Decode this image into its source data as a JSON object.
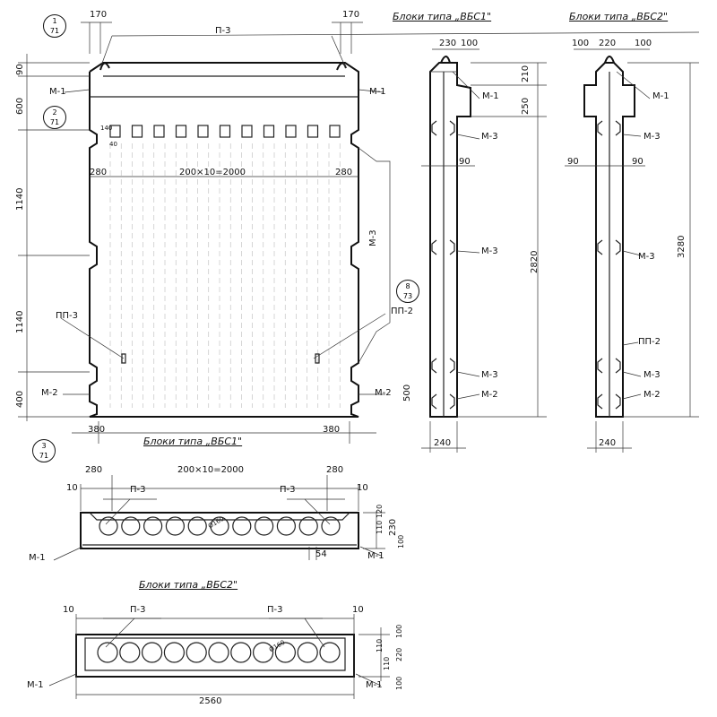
{
  "titles": {
    "elevation": "Блоки типа „ВБС1\"",
    "side1": "Блоки типа „ВБС1\"",
    "side2": "Блоки типа „ВБС2\"",
    "plan1": "Блоки типа „ВБС1\"",
    "plan2": "Блоки типа „ВБС2\""
  },
  "callouts": [
    {
      "top": "1",
      "bottom": "71"
    },
    {
      "top": "2",
      "bottom": "71"
    },
    {
      "top": "8",
      "bottom": "73"
    },
    {
      "top": "3",
      "bottom": "71"
    }
  ],
  "elevation": {
    "dim_170_left": "170",
    "dim_170_right": "170",
    "p3": "П-3",
    "m1_left": "М-1",
    "m1_right": "М-1",
    "v90": "90",
    "v600": "600",
    "v1140a": "1140",
    "v1140b": "1140",
    "v400": "400",
    "d140": "140",
    "d40": "40",
    "d280_left": "280",
    "d280_right": "280",
    "span": "200×10=2000",
    "m3": "М-3",
    "pp3": "ПП-3",
    "pp2": "ПП-2",
    "m2_left": "М-2",
    "m2_right": "М-2",
    "d380_left": "380",
    "d380_right": "380",
    "d500": "500"
  },
  "side1": {
    "t230": "230",
    "t100": "100",
    "m1": "М-1",
    "v210": "210",
    "v250": "250",
    "m3a": "М-3",
    "d90": "90",
    "v2820": "2820",
    "m3b": "М-3",
    "m3c": "М-3",
    "m2": "М-2",
    "w240": "240"
  },
  "side2": {
    "t100a": "100",
    "t220": "220",
    "t100b": "100",
    "m1": "М-1",
    "m3a": "М-3",
    "d90a": "90",
    "d90b": "90",
    "m3b": "М-3",
    "v3280": "3280",
    "pp2": "ПП-2",
    "m3c": "М-3",
    "m2": "М-2",
    "w240": "240"
  },
  "plan1": {
    "d280_left": "280",
    "span": "200×10=2000",
    "d280_right": "280",
    "d10_left": "10",
    "d10_right": "10",
    "p3_left": "П-3",
    "p3_right": "П-3",
    "hole": "Ø160",
    "m1_left": "М-1",
    "m1_right": "М-1",
    "d54": "54",
    "v230": "230",
    "v110": "110",
    "v120": "120",
    "v100": "100"
  },
  "plan2": {
    "d10_left": "10",
    "d10_right": "10",
    "p3_left": "П-3",
    "p3_right": "П-3",
    "hole": "Ø160",
    "m1_left": "М-1",
    "m1_right": "М-1",
    "length": "2560",
    "v100a": "100",
    "v220": "220",
    "v110a": "110",
    "v110b": "110",
    "v100b": "100"
  }
}
